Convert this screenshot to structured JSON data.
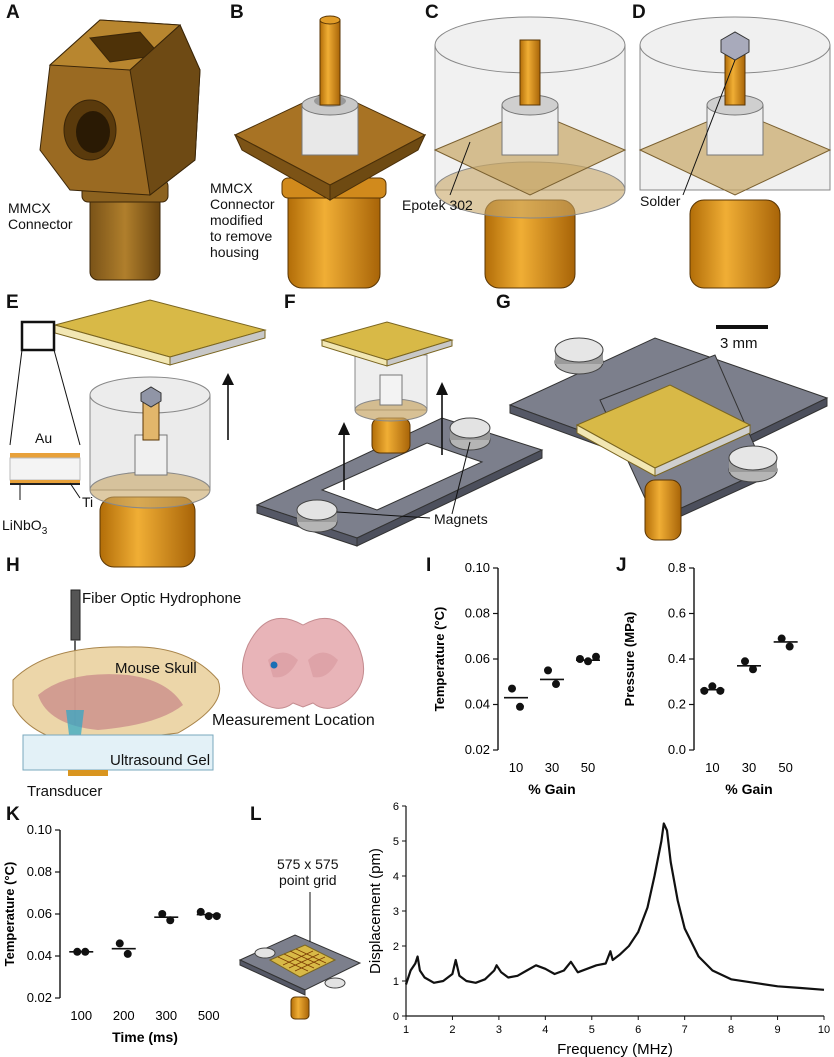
{
  "panels": {
    "A": "A",
    "B": "B",
    "C": "C",
    "D": "D",
    "E": "E",
    "F": "F",
    "G": "G",
    "H": "H",
    "I": "I",
    "J": "J",
    "K": "K",
    "L": "L"
  },
  "labels": {
    "mmcx_a": "MMCX\nConnector",
    "mmcx_b": "MMCX\nConnector\nmodified\nto remove\nhousing",
    "epotek": "Epotek 302",
    "solder": "Solder",
    "scale": "3 mm",
    "au": "Au",
    "ti": "Ti",
    "linbo3": "LiNbO",
    "linbo3_sub": "3",
    "magnets": "Magnets",
    "hydrophone": "Fiber Optic Hydrophone",
    "skull": "Mouse Skull",
    "gel": "Ultrasound Gel",
    "transducer": "Transducer",
    "measurement": "Measurement Location",
    "grid": "575 x 575\npoint grid"
  },
  "colors": {
    "copper": "#d9951f",
    "gold_plate": "#d8b947",
    "steel": "#8b8d96",
    "brain_pink": "#e8b4b8"
  },
  "chart_data": [
    {
      "id": "I",
      "type": "scatter",
      "ylabel": "Temperature (°C)",
      "xlabel": "% Gain",
      "categories": [
        "10",
        "30",
        "50"
      ],
      "points": [
        [
          0.047,
          0.039
        ],
        [
          0.055,
          0.049
        ],
        [
          0.06,
          0.059,
          0.061
        ]
      ],
      "means": [
        0.043,
        0.051,
        0.0595
      ],
      "ylim": [
        0.02,
        0.1
      ],
      "yticks": [
        "0.02",
        "0.04",
        "0.06",
        "0.08",
        "0.10"
      ]
    },
    {
      "id": "J",
      "type": "scatter",
      "ylabel": "Pressure (MPa)",
      "xlabel": "% Gain",
      "categories": [
        "10",
        "30",
        "50"
      ],
      "points": [
        [
          0.26,
          0.28,
          0.26
        ],
        [
          0.39,
          0.355
        ],
        [
          0.49,
          0.455
        ]
      ],
      "means": [
        0.265,
        0.37,
        0.475
      ],
      "ylim": [
        0.0,
        0.8
      ],
      "yticks": [
        "0.0",
        "0.2",
        "0.4",
        "0.6",
        "0.8"
      ]
    },
    {
      "id": "K",
      "type": "scatter",
      "ylabel": "Temperature (°C)",
      "xlabel": "Time (ms)",
      "categories": [
        "100",
        "200",
        "300",
        "500"
      ],
      "points": [
        [
          0.042,
          0.042
        ],
        [
          0.046,
          0.041
        ],
        [
          0.06,
          0.057
        ],
        [
          0.061,
          0.059,
          0.059
        ]
      ],
      "means": [
        0.042,
        0.0435,
        0.0585,
        0.0597
      ],
      "ylim": [
        0.02,
        0.1
      ],
      "yticks": [
        "0.02",
        "0.04",
        "0.06",
        "0.08",
        "0.10"
      ]
    },
    {
      "id": "L",
      "type": "line",
      "ylabel": "Displacement (pm)",
      "xlabel": "Frequency (MHz)",
      "xlim": [
        1,
        10
      ],
      "ylim": [
        0,
        6
      ],
      "xticks": [
        "1",
        "2",
        "3",
        "4",
        "5",
        "6",
        "7",
        "8",
        "9",
        "10"
      ],
      "yticks": [
        "0",
        "1",
        "2",
        "3",
        "4",
        "5",
        "6"
      ],
      "x": [
        1.0,
        1.1,
        1.2,
        1.25,
        1.3,
        1.4,
        1.6,
        1.8,
        2.0,
        2.07,
        2.15,
        2.3,
        2.5,
        2.7,
        2.9,
        2.95,
        3.05,
        3.2,
        3.4,
        3.6,
        3.8,
        4.0,
        4.2,
        4.4,
        4.55,
        4.7,
        4.9,
        5.1,
        5.3,
        5.4,
        5.45,
        5.6,
        5.8,
        6.0,
        6.2,
        6.35,
        6.5,
        6.55,
        6.62,
        6.7,
        6.85,
        7.0,
        7.3,
        7.6,
        8.0,
        8.5,
        9.0,
        9.5,
        10.0
      ],
      "y": [
        0.9,
        1.3,
        1.5,
        1.7,
        1.3,
        1.1,
        0.95,
        1.0,
        1.2,
        1.6,
        1.15,
        1.0,
        0.95,
        1.05,
        1.3,
        1.45,
        1.25,
        1.1,
        1.15,
        1.3,
        1.45,
        1.35,
        1.2,
        1.3,
        1.55,
        1.25,
        1.35,
        1.45,
        1.5,
        1.85,
        1.6,
        1.75,
        2.0,
        2.4,
        3.1,
        4.0,
        5.0,
        5.5,
        5.3,
        4.4,
        3.3,
        2.5,
        1.7,
        1.3,
        1.05,
        0.95,
        0.85,
        0.8,
        0.75
      ]
    }
  ]
}
